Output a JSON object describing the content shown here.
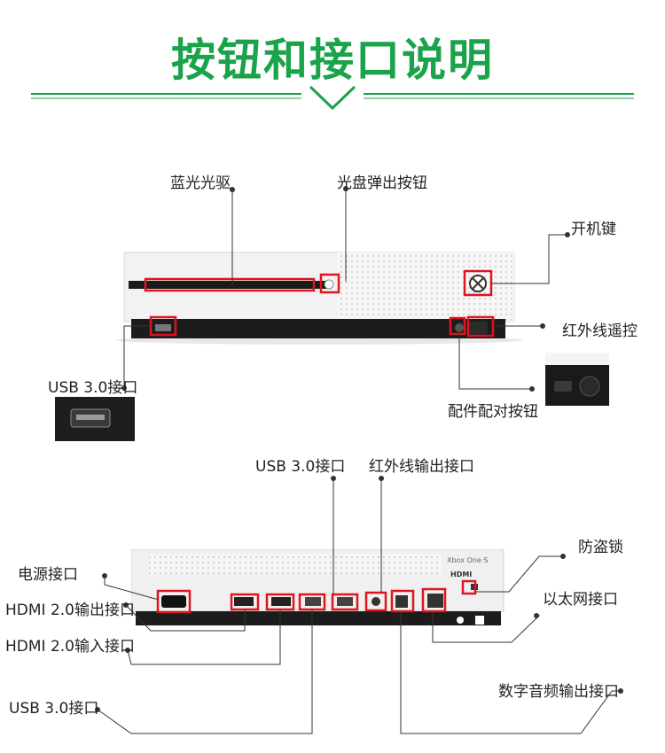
{
  "title": "按钮和接口说明",
  "front": {
    "bluray": "蓝光光驱",
    "eject": "光盘弹出按钮",
    "power": "开机键",
    "ir_remote": "红外线遥控",
    "usb": "USB 3.0接口",
    "pair": "配件配对按钮"
  },
  "back": {
    "usb_top": "USB 3.0接口",
    "ir_out": "红外线输出接口",
    "lock": "防盗锁",
    "power_port": "电源接口",
    "hdmi_out": "HDMI 2.0输出接口",
    "ethernet": "以太网接口",
    "hdmi_in": "HDMI 2.0输入接口",
    "usb_bottom": "USB 3.0接口",
    "digital_audio": "数字音频输出接口",
    "model_text": "Xbox One S",
    "hdmi_logo": "HDMI"
  },
  "colors": {
    "accent": "#1aa34a",
    "highlight": "#e0141e"
  },
  "icons": [
    "chevron-down-icon",
    "xbox-logo-icon"
  ]
}
